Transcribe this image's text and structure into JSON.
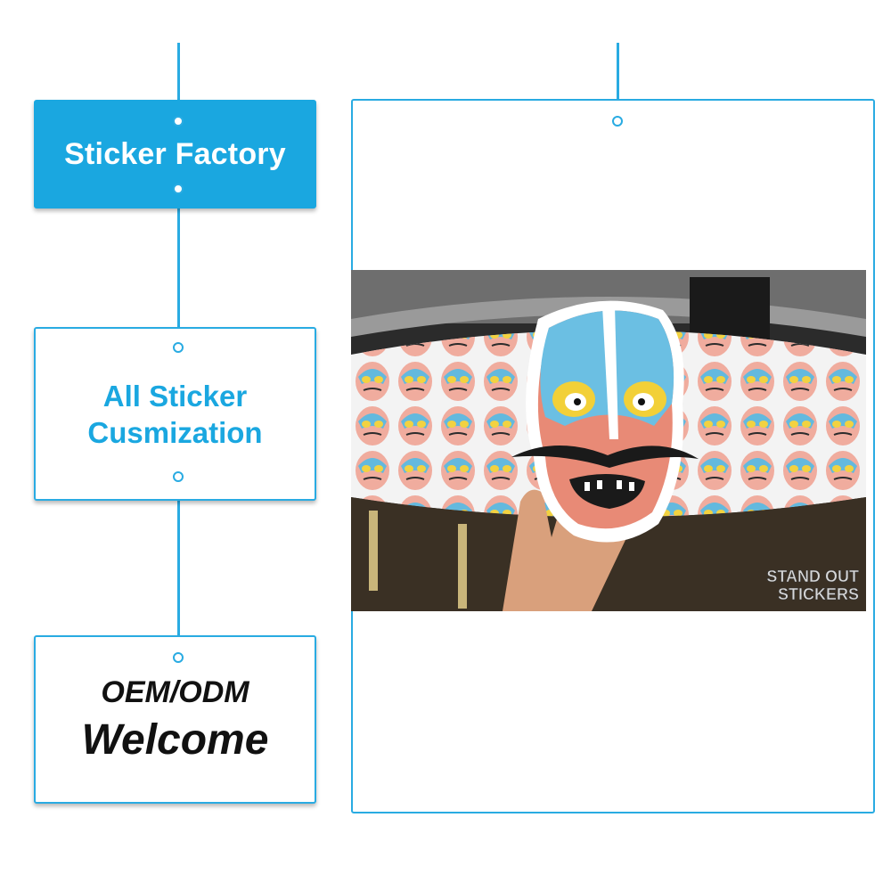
{
  "cards": [
    {
      "title": "Sticker Factory"
    },
    {
      "line1": "All Sticker",
      "line2": "Cusmization"
    },
    {
      "line1": "OEM/ODM",
      "line2": "Welcome"
    }
  ],
  "photo": {
    "watermark_line1": "STAND OUT",
    "watermark_line2": "STICKERS"
  },
  "colors": {
    "accent": "#29abe2",
    "card_fill": "#1aa7e0"
  }
}
